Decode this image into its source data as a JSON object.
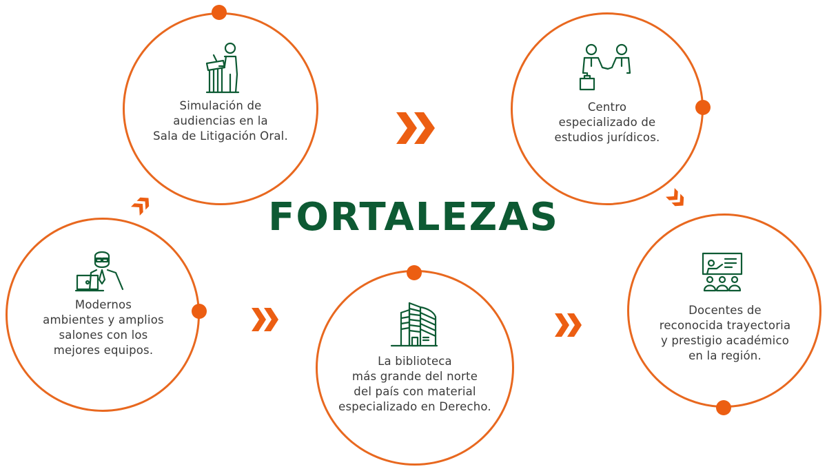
{
  "title": "FORTALEZAS",
  "colors": {
    "accent": "#ec5e12",
    "ring": "#e8681f",
    "primary": "#0d5a33",
    "text": "#3a3a3a"
  },
  "nodes": [
    {
      "id": "litigacion",
      "icon": "podium-speaker-icon",
      "text": "Simulación de\naudiencias en la\nSala de Litigación Oral."
    },
    {
      "id": "centro",
      "icon": "handshake-icon",
      "text": "Centro\nespecializado de\nestudios jurídicos."
    },
    {
      "id": "ambientes",
      "icon": "person-laptop-icon",
      "text": "Modernos\nambientes y amplios\nsalones con los\nmejores equipos."
    },
    {
      "id": "biblioteca",
      "icon": "building-icon",
      "text": "La biblioteca\nmás grande del norte\ndel país con material\nespecializado en Derecho."
    },
    {
      "id": "docentes",
      "icon": "presentation-board-icon",
      "text": "Docentes de\nreconocida trayectoria\ny prestigio académico\nen la región."
    }
  ]
}
